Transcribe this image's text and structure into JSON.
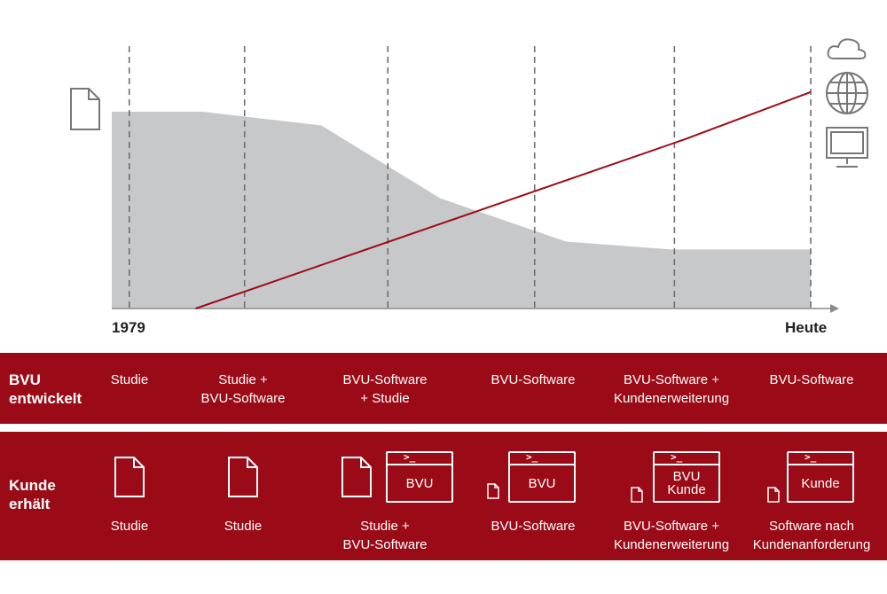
{
  "timeline": {
    "start_label": "1979",
    "end_label": "Heute"
  },
  "chart_data": {
    "type": "area",
    "title": "",
    "xlabel": "",
    "ylabel": "",
    "x_range": [
      0,
      100
    ],
    "y_range": [
      0,
      100
    ],
    "series": [
      {
        "name": "Dokumente (Papier)",
        "kind": "area",
        "x": [
          0,
          13,
          30,
          47,
          65,
          80,
          100
        ],
        "y": [
          100,
          100,
          93,
          56,
          34,
          30,
          30
        ]
      },
      {
        "name": "Digital (Software / Web / Cloud)",
        "kind": "line",
        "x": [
          12,
          82,
          100
        ],
        "y": [
          0,
          86,
          110
        ]
      }
    ],
    "dividers_x": [
      2.5,
      19,
      39.5,
      60.5,
      80.5,
      100
    ],
    "icons": [
      "document-icon",
      "cloud-icon",
      "globe-icon",
      "monitor-icon"
    ]
  },
  "colors": {
    "band": "#9b0b17",
    "area": "#c7c8ca",
    "line": "#9b0b17",
    "divider": "#6f6f6f"
  },
  "bands": {
    "developed": {
      "title": "BVU\nentwickelt",
      "cells": [
        "Studie",
        "Studie +\nBVU-Software",
        "BVU-Software\n+ Studie",
        "BVU-Software",
        "BVU-Software +\nKundenerweiterung",
        "BVU-Software"
      ]
    },
    "received": {
      "title": "Kunde\nerhält",
      "cells": [
        "Studie",
        "Studie",
        "Studie +\nBVU-Software",
        "BVU-Software",
        "BVU-Software +\nKundenerweiterung",
        "Software nach\nKundenanforderung"
      ],
      "terminals": [
        "BVU",
        "BVU",
        "BVU\nKunde",
        "Kunde"
      ]
    }
  }
}
